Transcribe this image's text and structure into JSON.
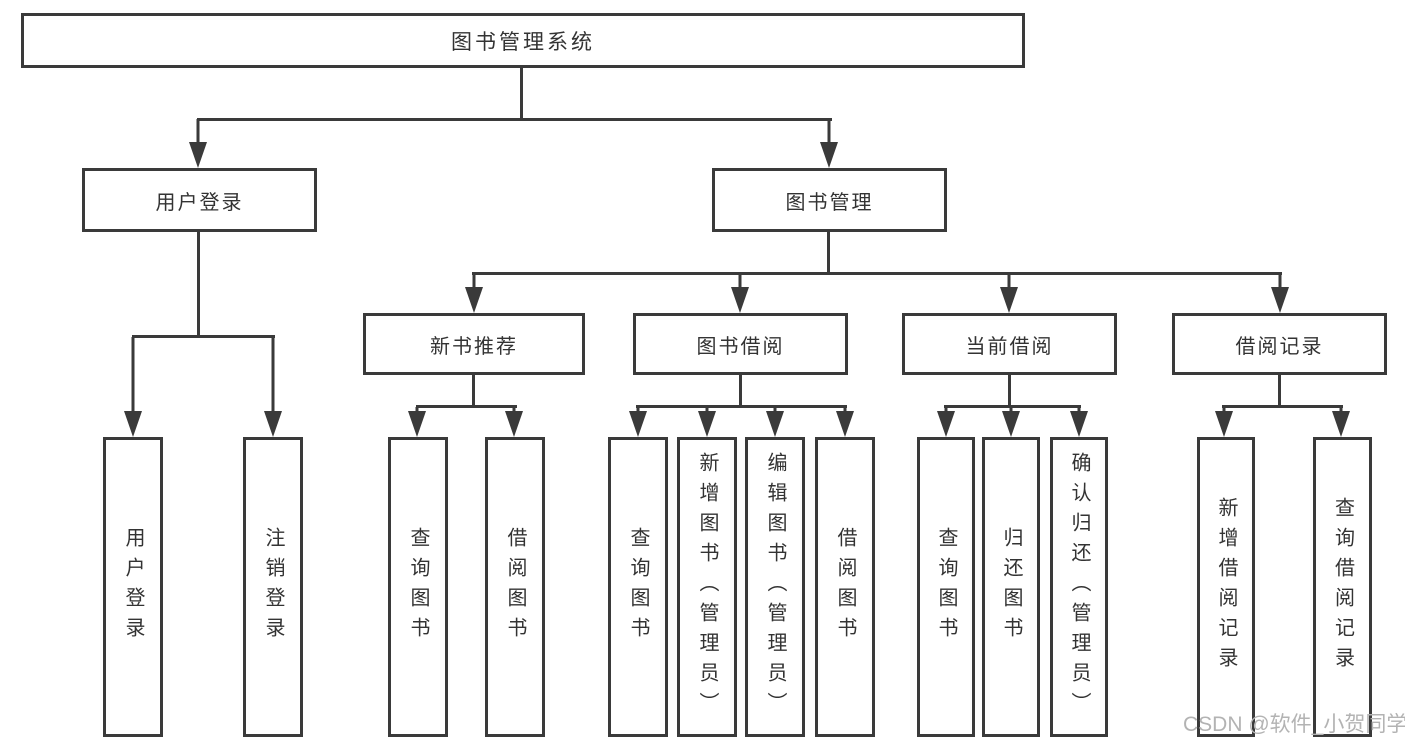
{
  "title": "图书管理系统",
  "tree": {
    "label": "图书管理系统",
    "children": [
      {
        "label": "用户登录",
        "children": [
          {
            "label": "用户登录"
          },
          {
            "label": "注销登录"
          }
        ]
      },
      {
        "label": "图书管理",
        "children": [
          {
            "label": "新书推荐",
            "children": [
              {
                "label": "查询图书"
              },
              {
                "label": "借阅图书"
              }
            ]
          },
          {
            "label": "图书借阅",
            "children": [
              {
                "label": "查询图书"
              },
              {
                "label": "新增图书（管理员）"
              },
              {
                "label": "编辑图书（管理员）"
              },
              {
                "label": "借阅图书"
              }
            ]
          },
          {
            "label": "当前借阅",
            "children": [
              {
                "label": "查询图书"
              },
              {
                "label": "归还图书"
              },
              {
                "label": "确认归还（管理员）"
              }
            ]
          },
          {
            "label": "借阅记录",
            "children": [
              {
                "label": "新增借阅记录"
              },
              {
                "label": "查询借阅记录"
              }
            ]
          }
        ]
      }
    ]
  },
  "watermark": {
    "text": "CSDN @软件_小贺同学"
  },
  "colors": {
    "line": "#3a3a3a",
    "text": "#333333",
    "box_background": "#ffffff",
    "page_background": "#ffffff",
    "watermark": "#b3b3b3"
  }
}
